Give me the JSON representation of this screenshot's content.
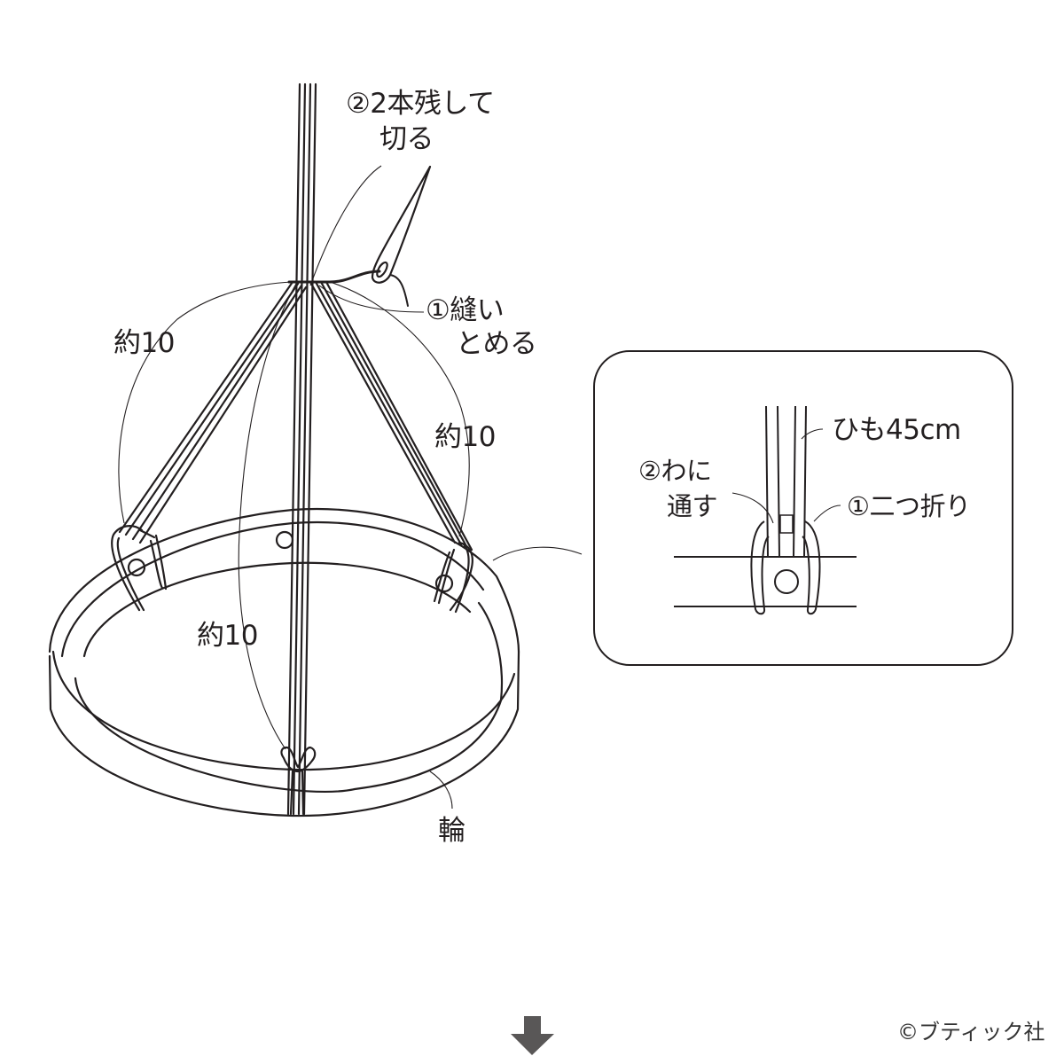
{
  "diagram": {
    "main_illustration": {
      "subject": "ring-with-hanging-cords",
      "labels": {
        "cut_step": "②2本残して",
        "cut_step_line2": "切る",
        "sew_step": "①縫い",
        "sew_step_line2": "とめる",
        "length_left": "約10",
        "length_right": "約10",
        "length_front": "約10",
        "ring": "輪"
      }
    },
    "detail_inset": {
      "labels": {
        "cord": "ひも45cm",
        "pass_through": "②わに",
        "pass_through_line2": "通す",
        "fold": "①二つ折り"
      }
    },
    "next_arrow": {
      "icon": "arrow-down-icon",
      "color": "#595757"
    },
    "copyright": "©ブティック社",
    "colors": {
      "line": "#231f20",
      "background": "#ffffff"
    }
  }
}
